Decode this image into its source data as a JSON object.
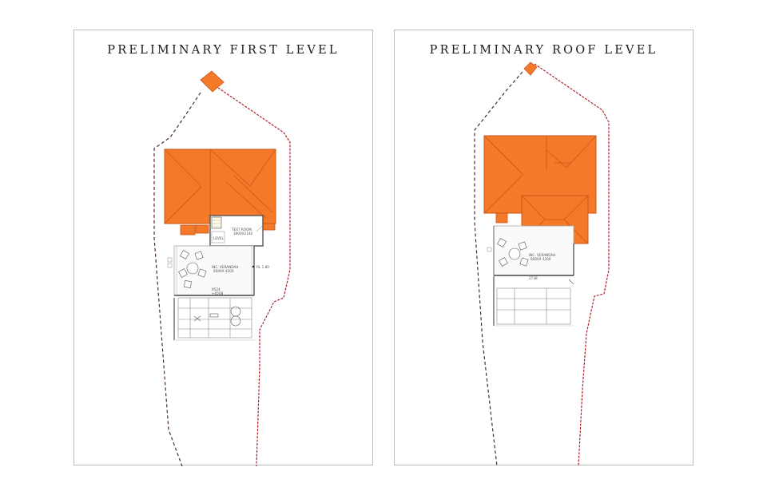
{
  "colors": {
    "roof_fill": "#f47a2a",
    "roof_edge": "#c8541a",
    "boundary_red": "#b3202a",
    "boundary_dark": "#4a2a3a",
    "line": "#7a7a7a",
    "sheet_border": "#bdbdbd"
  },
  "first_level": {
    "title": "PRELIMINARY FIRST LEVEL",
    "labels": {
      "room_name": "TEXT ROOM",
      "room_size": "3900X2140",
      "stair": "LEVEL",
      "veranda_name": "INC. VERANDAH",
      "veranda_size": "6000X 4200",
      "rl": "RL 1.80",
      "dim_a": "9524",
      "dim_b": "+650B"
    }
  },
  "roof_level": {
    "title": "PRELIMINARY ROOF LEVEL",
    "labels": {
      "veranda_name": "INC. VERANDAH",
      "veranda_size": "6000X 4200",
      "dim": "2738"
    }
  }
}
